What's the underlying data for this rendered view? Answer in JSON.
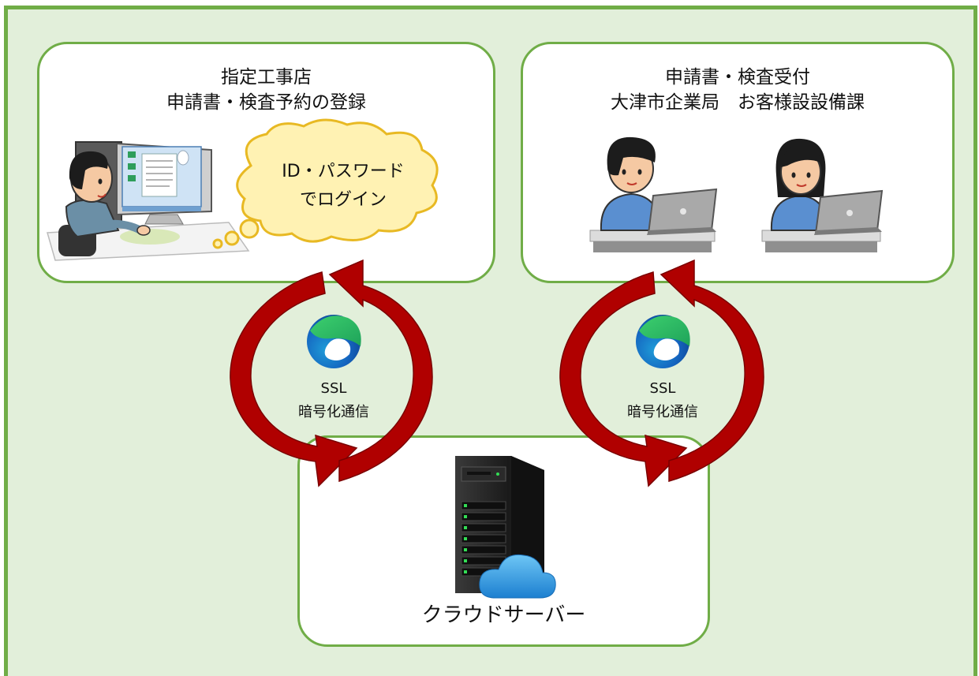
{
  "contractor": {
    "line1": "指定工事店",
    "line2": "申請書・検査予約の登録"
  },
  "bubble": {
    "line1": "ID・パスワード",
    "line2": "でログイン"
  },
  "office": {
    "line1": "申請書・検査受付",
    "line2": "大津市企業局　お客様設設備課"
  },
  "ssl_left": {
    "line1": "SSL",
    "line2": "暗号化通信"
  },
  "ssl_right": {
    "line1": "SSL",
    "line2": "暗号化通信"
  },
  "server": {
    "label": "クラウドサーバー"
  },
  "icons": [
    "user-at-computer-icon",
    "thought-bubble-icon",
    "office-worker-male-icon",
    "office-worker-female-icon",
    "edge-browser-icon",
    "sync-arrows-icon",
    "server-tower-icon",
    "cloud-icon"
  ],
  "colors": {
    "frame_border": "#70ad47",
    "frame_fill": "#e2efda",
    "arrow": "#b00000",
    "bubble_fill": "#fff2b3"
  }
}
